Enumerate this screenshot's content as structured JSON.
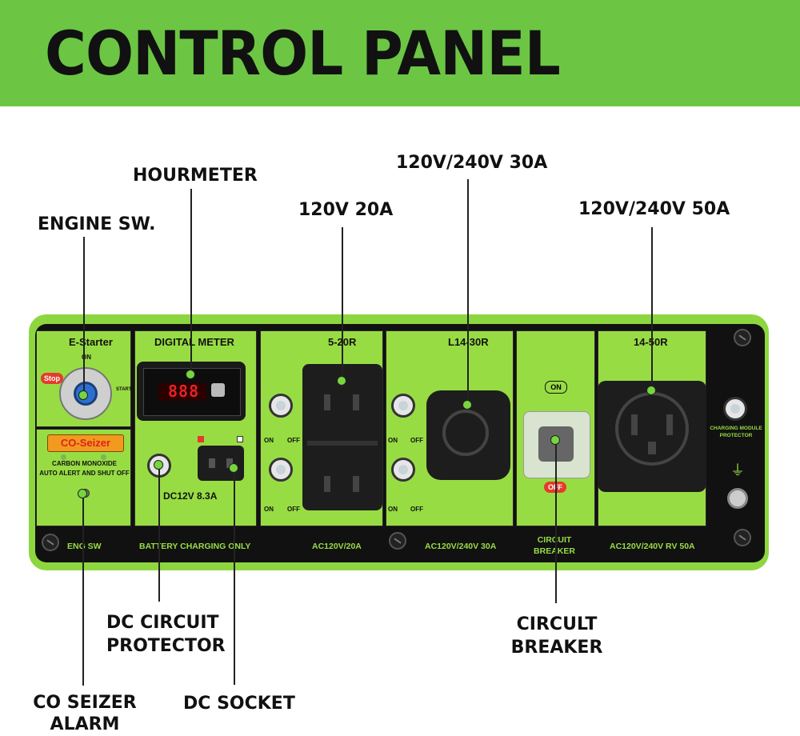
{
  "banner": {
    "title": "CONTROL PANEL",
    "color": "#6cc644"
  },
  "callouts": {
    "hourmeter": "HOURMETER",
    "engine_sw": "ENGINE SW.",
    "outlet_20a": "120V 20A",
    "outlet_30a": "120V/240V 30A",
    "outlet_50a": "120V/240V 50A",
    "dc_circuit_protector": [
      "DC CIRCUIT",
      "PROTECTOR"
    ],
    "circuit_breaker": [
      "CIRCULT",
      "BREAKER"
    ],
    "co_seizer_alarm": [
      "CO SEIZER",
      "ALARM"
    ],
    "dc_socket": "DC SOCKET"
  },
  "panel": {
    "e_starter": {
      "title": "E-Starter",
      "on": "ON",
      "stop": "Stop",
      "start": "START"
    },
    "co_seizer": {
      "badge": "CO-Seizer",
      "line1": "CARBON MONOXIDE",
      "line2": "AUTO ALERT AND SHUT OFF"
    },
    "digital_meter": {
      "title": "DIGITAL METER",
      "display": "888",
      "dc_label": "DC12V 8.3A"
    },
    "outlet_5_20r": {
      "title": "5-20R",
      "on": "ON",
      "off": "OFF"
    },
    "outlet_l14_30r": {
      "title": "L14-30R",
      "on": "ON",
      "off": "OFF"
    },
    "breaker": {
      "on": "ON",
      "off": "OFF"
    },
    "outlet_14_50r": {
      "title": "14-50R"
    },
    "charging_protector": [
      "CHARGING MODULE",
      "PROTECTOR"
    ],
    "strip": {
      "eng_sw": "ENG SW",
      "battery": "BATTERY  CHARGING ONLY",
      "ac20": "AC120V/20A",
      "ac30": "AC120V/240V 30A",
      "breaker": [
        "CIRCUIT",
        "BREAKER"
      ],
      "ac50": "AC120V/240V RV 50A"
    }
  },
  "colors": {
    "panel_green": "#98dc44",
    "accent_green": "#6cc644",
    "dot": "#77d63d"
  }
}
